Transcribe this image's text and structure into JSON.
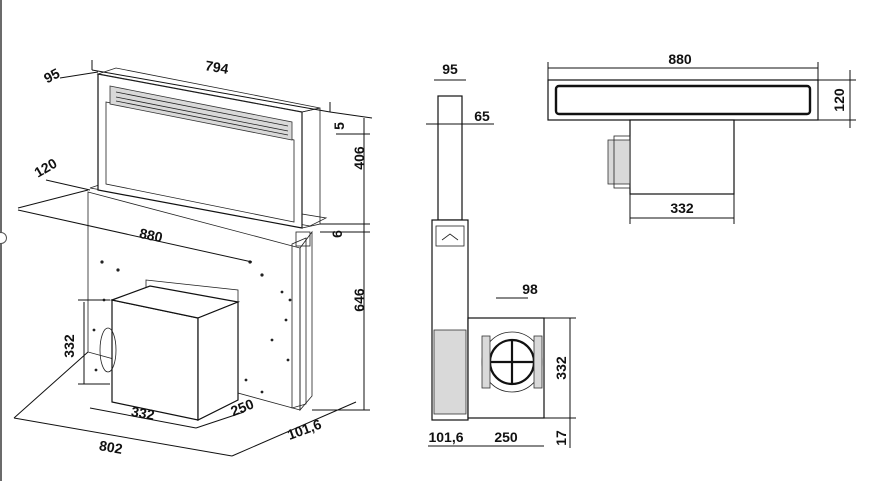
{
  "views": {
    "iso": {
      "dim_794": "794",
      "dim_95": "95",
      "dim_5": "5",
      "dim_406": "406",
      "dim_120": "120",
      "dim_880": "880",
      "dim_6": "6",
      "dim_646": "646",
      "dim_332_height": "332",
      "dim_332_width": "332",
      "dim_250": "250",
      "dim_101_6": "101,6",
      "dim_802": "802"
    },
    "side": {
      "dim_95": "95",
      "dim_65": "65",
      "dim_98": "98",
      "dim_332": "332",
      "dim_101_6": "101,6",
      "dim_250": "250",
      "dim_17": "17"
    },
    "top": {
      "dim_880": "880",
      "dim_120": "120",
      "dim_332": "332"
    }
  }
}
